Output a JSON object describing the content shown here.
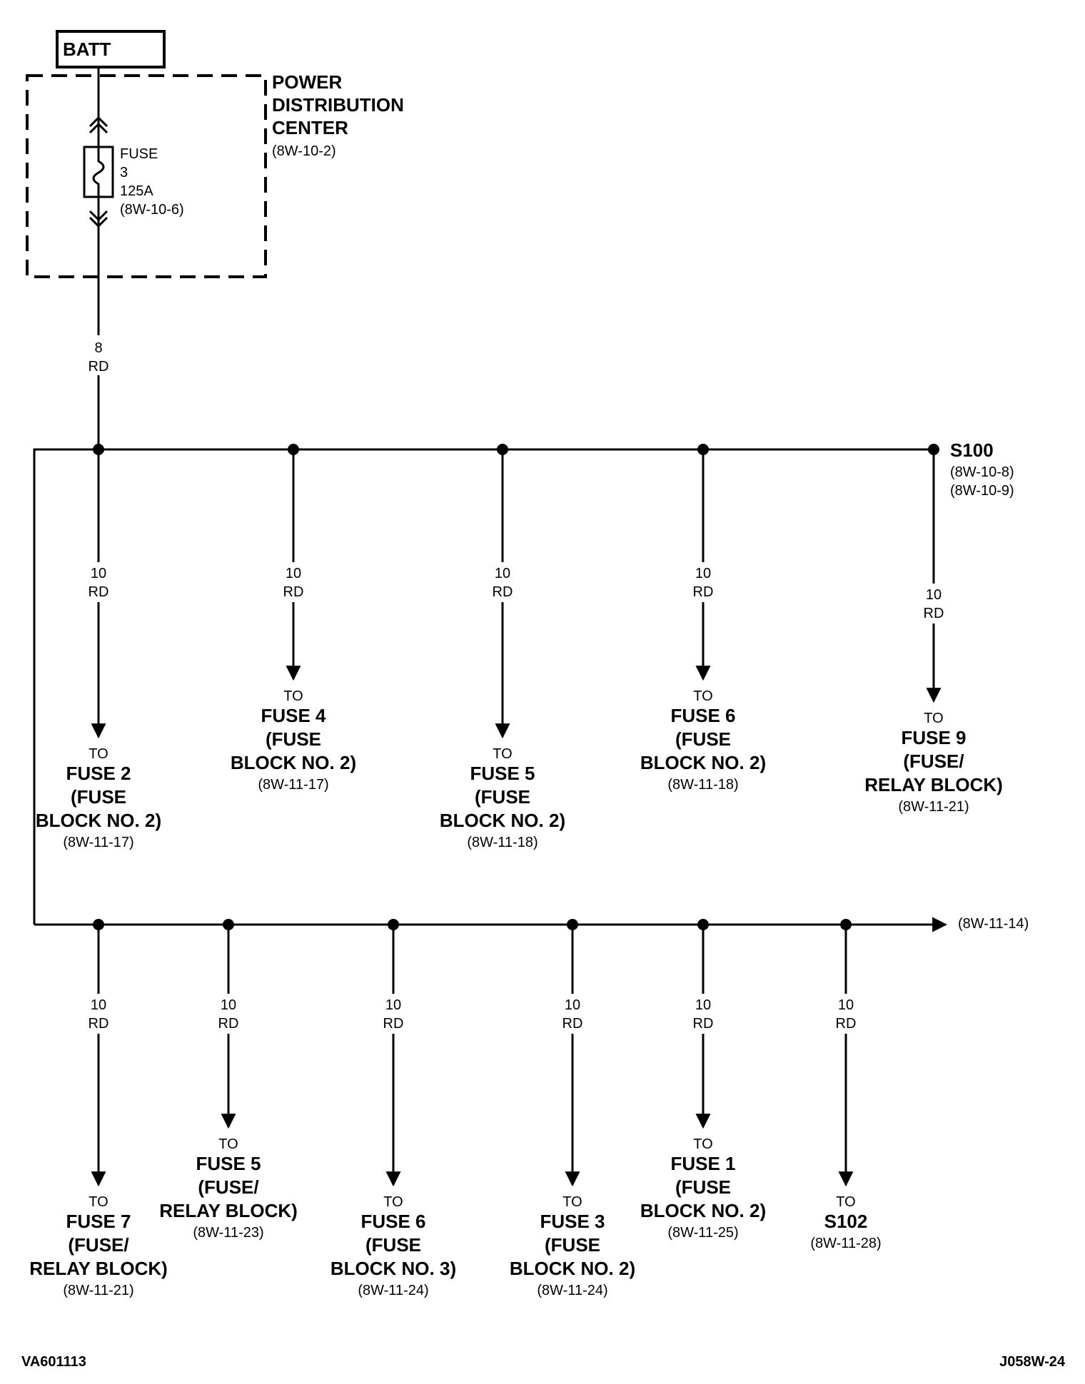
{
  "battery": {
    "label": "BATT"
  },
  "pdc": {
    "title_lines": [
      "POWER",
      "DISTRIBUTION",
      "CENTER"
    ],
    "ref": "(8W-10-2)",
    "fuse": {
      "lines": [
        "FUSE",
        "3",
        "125A",
        "(8W-10-6)"
      ]
    }
  },
  "main_wire": {
    "gauge": "8",
    "color": "RD"
  },
  "splice_s100": {
    "label": "S100",
    "refs": [
      "(8W-10-8)",
      "(8W-10-9)"
    ]
  },
  "continuation_ref": "(8W-11-14)",
  "top_branches": [
    {
      "gauge": "10",
      "color": "RD",
      "to": "TO",
      "dest_lines": [
        "FUSE 2",
        "(FUSE",
        "BLOCK NO. 2)"
      ],
      "ref": "(8W-11-17)"
    },
    {
      "gauge": "10",
      "color": "RD",
      "to": "TO",
      "dest_lines": [
        "FUSE 4",
        "(FUSE",
        "BLOCK NO. 2)"
      ],
      "ref": "(8W-11-17)"
    },
    {
      "gauge": "10",
      "color": "RD",
      "to": "TO",
      "dest_lines": [
        "FUSE 5",
        "(FUSE",
        "BLOCK NO. 2)"
      ],
      "ref": "(8W-11-18)"
    },
    {
      "gauge": "10",
      "color": "RD",
      "to": "TO",
      "dest_lines": [
        "FUSE 6",
        "(FUSE",
        "BLOCK NO. 2)"
      ],
      "ref": "(8W-11-18)"
    },
    {
      "gauge": "10",
      "color": "RD",
      "to": "TO",
      "dest_lines": [
        "FUSE 9",
        "(FUSE/",
        "RELAY BLOCK)"
      ],
      "ref": "(8W-11-21)"
    }
  ],
  "bottom_branches": [
    {
      "gauge": "10",
      "color": "RD",
      "to": "TO",
      "dest_lines": [
        "FUSE 7",
        "(FUSE/",
        "RELAY BLOCK)"
      ],
      "ref": "(8W-11-21)"
    },
    {
      "gauge": "10",
      "color": "RD",
      "to": "TO",
      "dest_lines": [
        "FUSE 5",
        "(FUSE/",
        "RELAY BLOCK)"
      ],
      "ref": "(8W-11-23)"
    },
    {
      "gauge": "10",
      "color": "RD",
      "to": "TO",
      "dest_lines": [
        "FUSE 6",
        "(FUSE",
        "BLOCK NO. 3)"
      ],
      "ref": "(8W-11-24)"
    },
    {
      "gauge": "10",
      "color": "RD",
      "to": "TO",
      "dest_lines": [
        "FUSE 3",
        "(FUSE",
        "BLOCK NO. 2)"
      ],
      "ref": "(8W-11-24)"
    },
    {
      "gauge": "10",
      "color": "RD",
      "to": "TO",
      "dest_lines": [
        "FUSE 1",
        "(FUSE",
        "BLOCK NO. 2)"
      ],
      "ref": "(8W-11-25)"
    },
    {
      "gauge": "10",
      "color": "RD",
      "to": "TO",
      "dest_lines": [
        "S102"
      ],
      "ref": "(8W-11-28)"
    }
  ],
  "footer": {
    "left": "VA601113",
    "right": "J058W-24"
  }
}
